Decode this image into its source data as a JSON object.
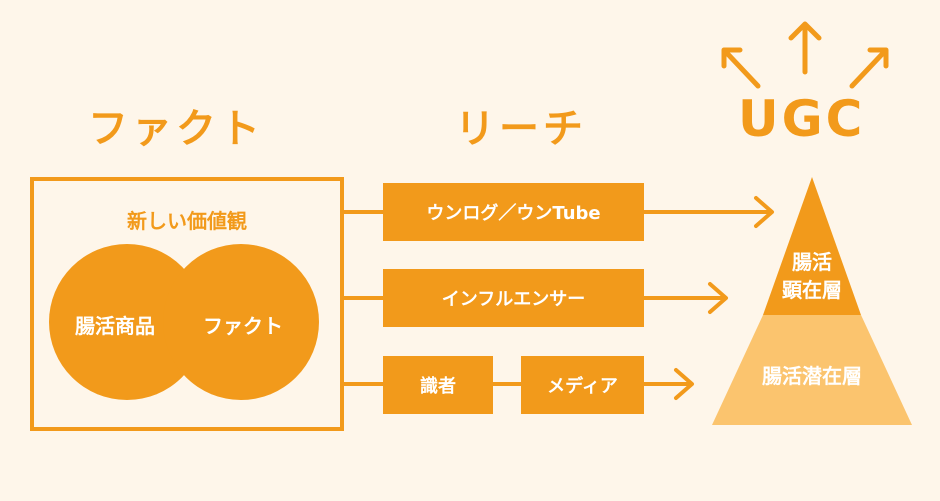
{
  "headings": {
    "fact": "ファクト",
    "reach": "リーチ",
    "ugc": "UGC"
  },
  "fact_box": {
    "title": "新しい価値観",
    "circle_left": "腸活商品",
    "circle_right": "ファクト"
  },
  "reach_channels": {
    "unlog": "ウンログ／ウンTube",
    "influencer": "インフルエンサー",
    "expert": "識者",
    "media": "メディア"
  },
  "pyramid": {
    "top_line1": "腸活",
    "top_line2": "顕在層",
    "bottom": "腸活潜在層"
  },
  "colors": {
    "primary": "#F29A1B",
    "pyramid_bottom": "#FBC46E",
    "background": "#FEF6EA",
    "text_on_primary": "#FFFFFF"
  }
}
